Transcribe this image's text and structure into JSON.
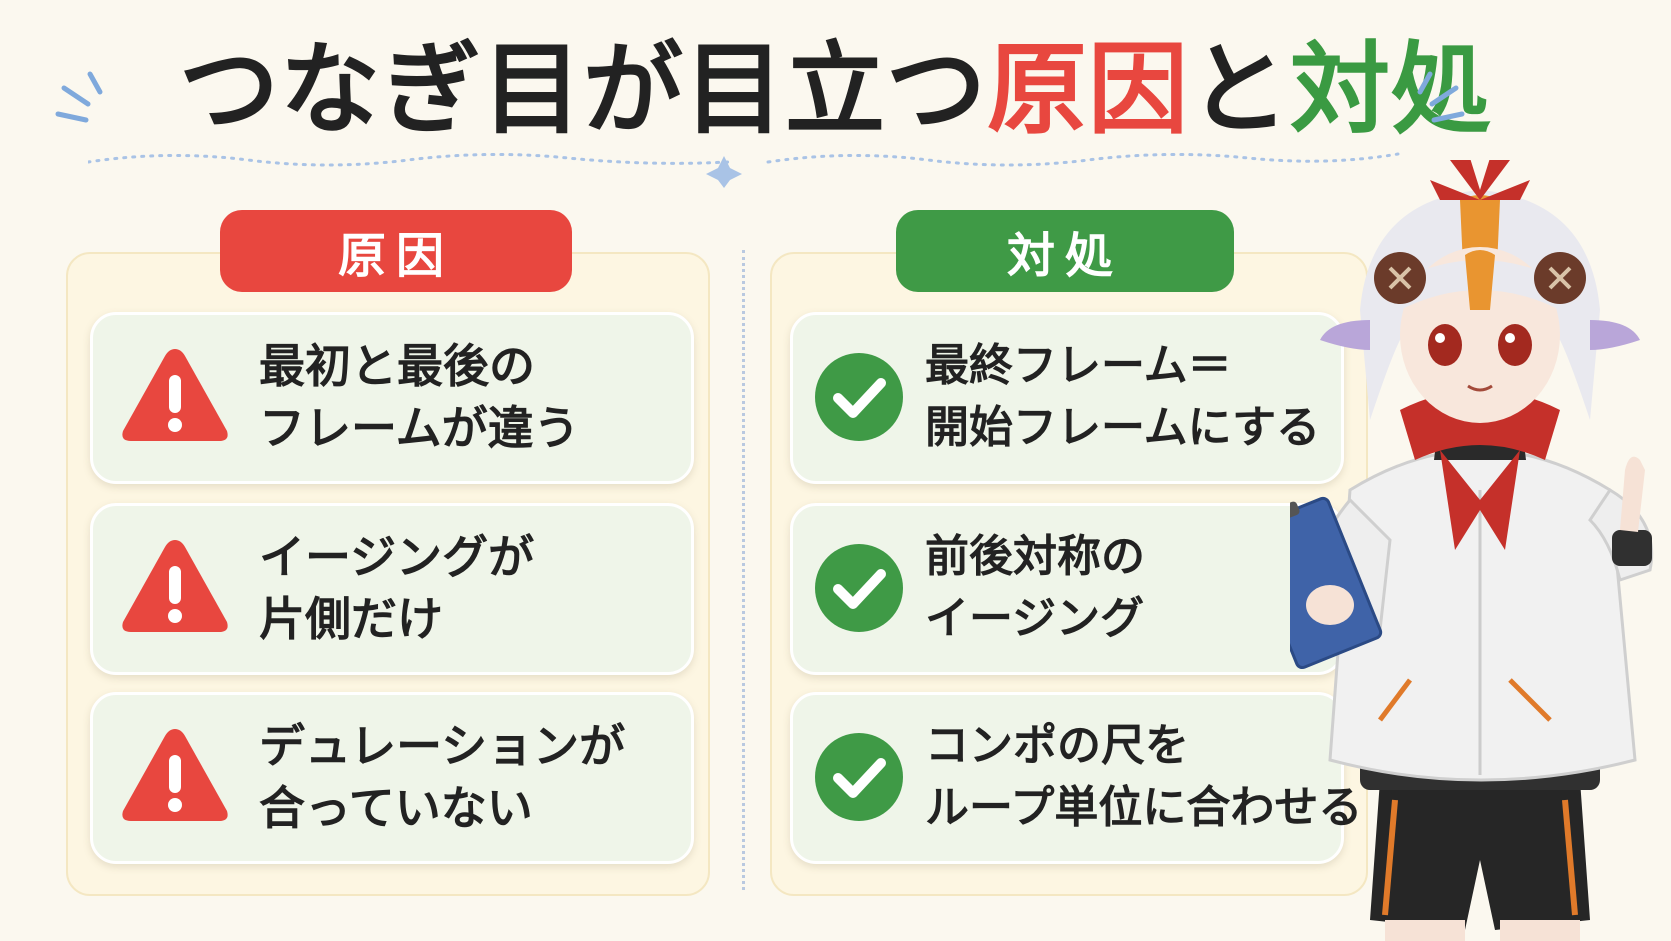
{
  "title": {
    "part1": "つなぎ目が目立つ",
    "cause_word": "原因",
    "connector": "と",
    "fix_word": "対処"
  },
  "cause": {
    "header": "原因",
    "items": [
      {
        "line1": "最初と最後の",
        "line2": "フレームが違う"
      },
      {
        "line1": "イージングが",
        "line2": "片側だけ"
      },
      {
        "line1": "デュレーションが",
        "line2": "合っていない"
      }
    ]
  },
  "fix": {
    "header": "対処",
    "items": [
      {
        "line1": "最終フレーム＝",
        "line2": "開始フレームにする"
      },
      {
        "line1": "前後対称の",
        "line2": "イージング"
      },
      {
        "line1": "コンポの尺を",
        "line2": "ループ単位に合わせる"
      }
    ]
  },
  "colors": {
    "cause": "#e8473f",
    "fix": "#3f9a46",
    "background": "#fbf8ef"
  },
  "icons": {
    "cause": "warning-triangle-icon",
    "fix": "check-circle-icon"
  }
}
